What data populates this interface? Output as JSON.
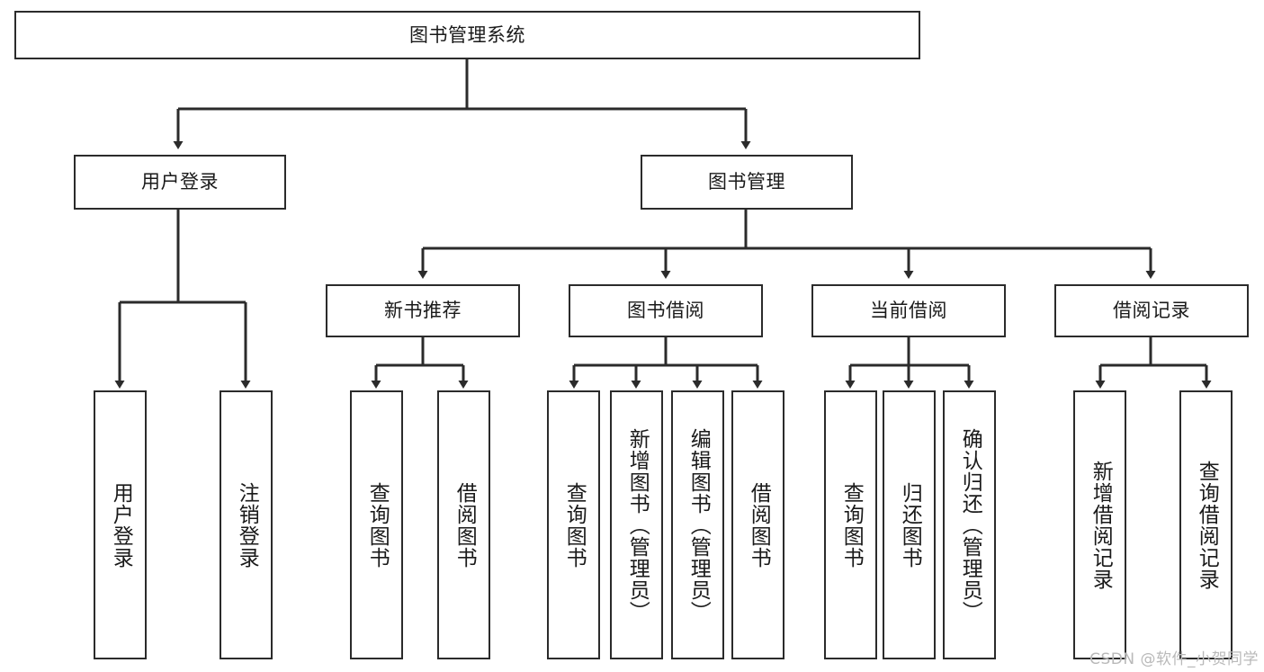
{
  "diagram": {
    "title": "图书管理系统",
    "type": "tree-hierarchy-diagram",
    "colors": {
      "stroke": "#2b2b2b",
      "fill": "#ffffff",
      "text": "#1a1a1a",
      "watermark": "#b9b9b9"
    },
    "root": {
      "id": "root",
      "label": "图书管理系统"
    },
    "level1": [
      {
        "id": "user-login",
        "label": "用户登录"
      },
      {
        "id": "book-management",
        "label": "图书管理"
      }
    ],
    "level2": [
      {
        "id": "new-book-recommend",
        "label": "新书推荐",
        "parent": "book-management"
      },
      {
        "id": "book-borrow",
        "label": "图书借阅",
        "parent": "book-management"
      },
      {
        "id": "current-borrow",
        "label": "当前借阅",
        "parent": "book-management"
      },
      {
        "id": "borrow-record",
        "label": "借阅记录",
        "parent": "book-management"
      }
    ],
    "leaves": [
      {
        "id": "leaf-user-login",
        "label": "用户登录",
        "parent": "user-login"
      },
      {
        "id": "leaf-logout-login",
        "label": "注销登录",
        "parent": "user-login"
      },
      {
        "id": "leaf-query-book-1",
        "label": "查询图书",
        "parent": "new-book-recommend"
      },
      {
        "id": "leaf-borrow-book-1",
        "label": "借阅图书",
        "parent": "new-book-recommend"
      },
      {
        "id": "leaf-query-book-2",
        "label": "查询图书",
        "parent": "book-borrow"
      },
      {
        "id": "leaf-add-book",
        "label": "新增图书（管理员）",
        "parent": "book-borrow"
      },
      {
        "id": "leaf-edit-book",
        "label": "编辑图书（管理员）",
        "parent": "book-borrow"
      },
      {
        "id": "leaf-borrow-book-2",
        "label": "借阅图书",
        "parent": "book-borrow"
      },
      {
        "id": "leaf-query-book-3",
        "label": "查询图书",
        "parent": "current-borrow"
      },
      {
        "id": "leaf-return-book",
        "label": "归还图书",
        "parent": "current-borrow"
      },
      {
        "id": "leaf-confirm-return",
        "label": "确认归还（管理员）",
        "parent": "current-borrow"
      },
      {
        "id": "leaf-add-record",
        "label": "新增借阅记录",
        "parent": "borrow-record"
      },
      {
        "id": "leaf-query-record",
        "label": "查询借阅记录",
        "parent": "borrow-record"
      }
    ],
    "edges": [
      {
        "from": "root",
        "to": "user-login"
      },
      {
        "from": "root",
        "to": "book-management"
      },
      {
        "from": "user-login",
        "to": "leaf-user-login"
      },
      {
        "from": "user-login",
        "to": "leaf-logout-login"
      },
      {
        "from": "book-management",
        "to": "new-book-recommend"
      },
      {
        "from": "book-management",
        "to": "book-borrow"
      },
      {
        "from": "book-management",
        "to": "current-borrow"
      },
      {
        "from": "book-management",
        "to": "borrow-record"
      },
      {
        "from": "new-book-recommend",
        "to": "leaf-query-book-1"
      },
      {
        "from": "new-book-recommend",
        "to": "leaf-borrow-book-1"
      },
      {
        "from": "book-borrow",
        "to": "leaf-query-book-2"
      },
      {
        "from": "book-borrow",
        "to": "leaf-add-book"
      },
      {
        "from": "book-borrow",
        "to": "leaf-edit-book"
      },
      {
        "from": "book-borrow",
        "to": "leaf-borrow-book-2"
      },
      {
        "from": "current-borrow",
        "to": "leaf-query-book-3"
      },
      {
        "from": "current-borrow",
        "to": "leaf-return-book"
      },
      {
        "from": "current-borrow",
        "to": "leaf-confirm-return"
      },
      {
        "from": "borrow-record",
        "to": "leaf-add-record"
      },
      {
        "from": "borrow-record",
        "to": "leaf-query-record"
      }
    ],
    "watermark": "CSDN @软件_小贺同学"
  }
}
